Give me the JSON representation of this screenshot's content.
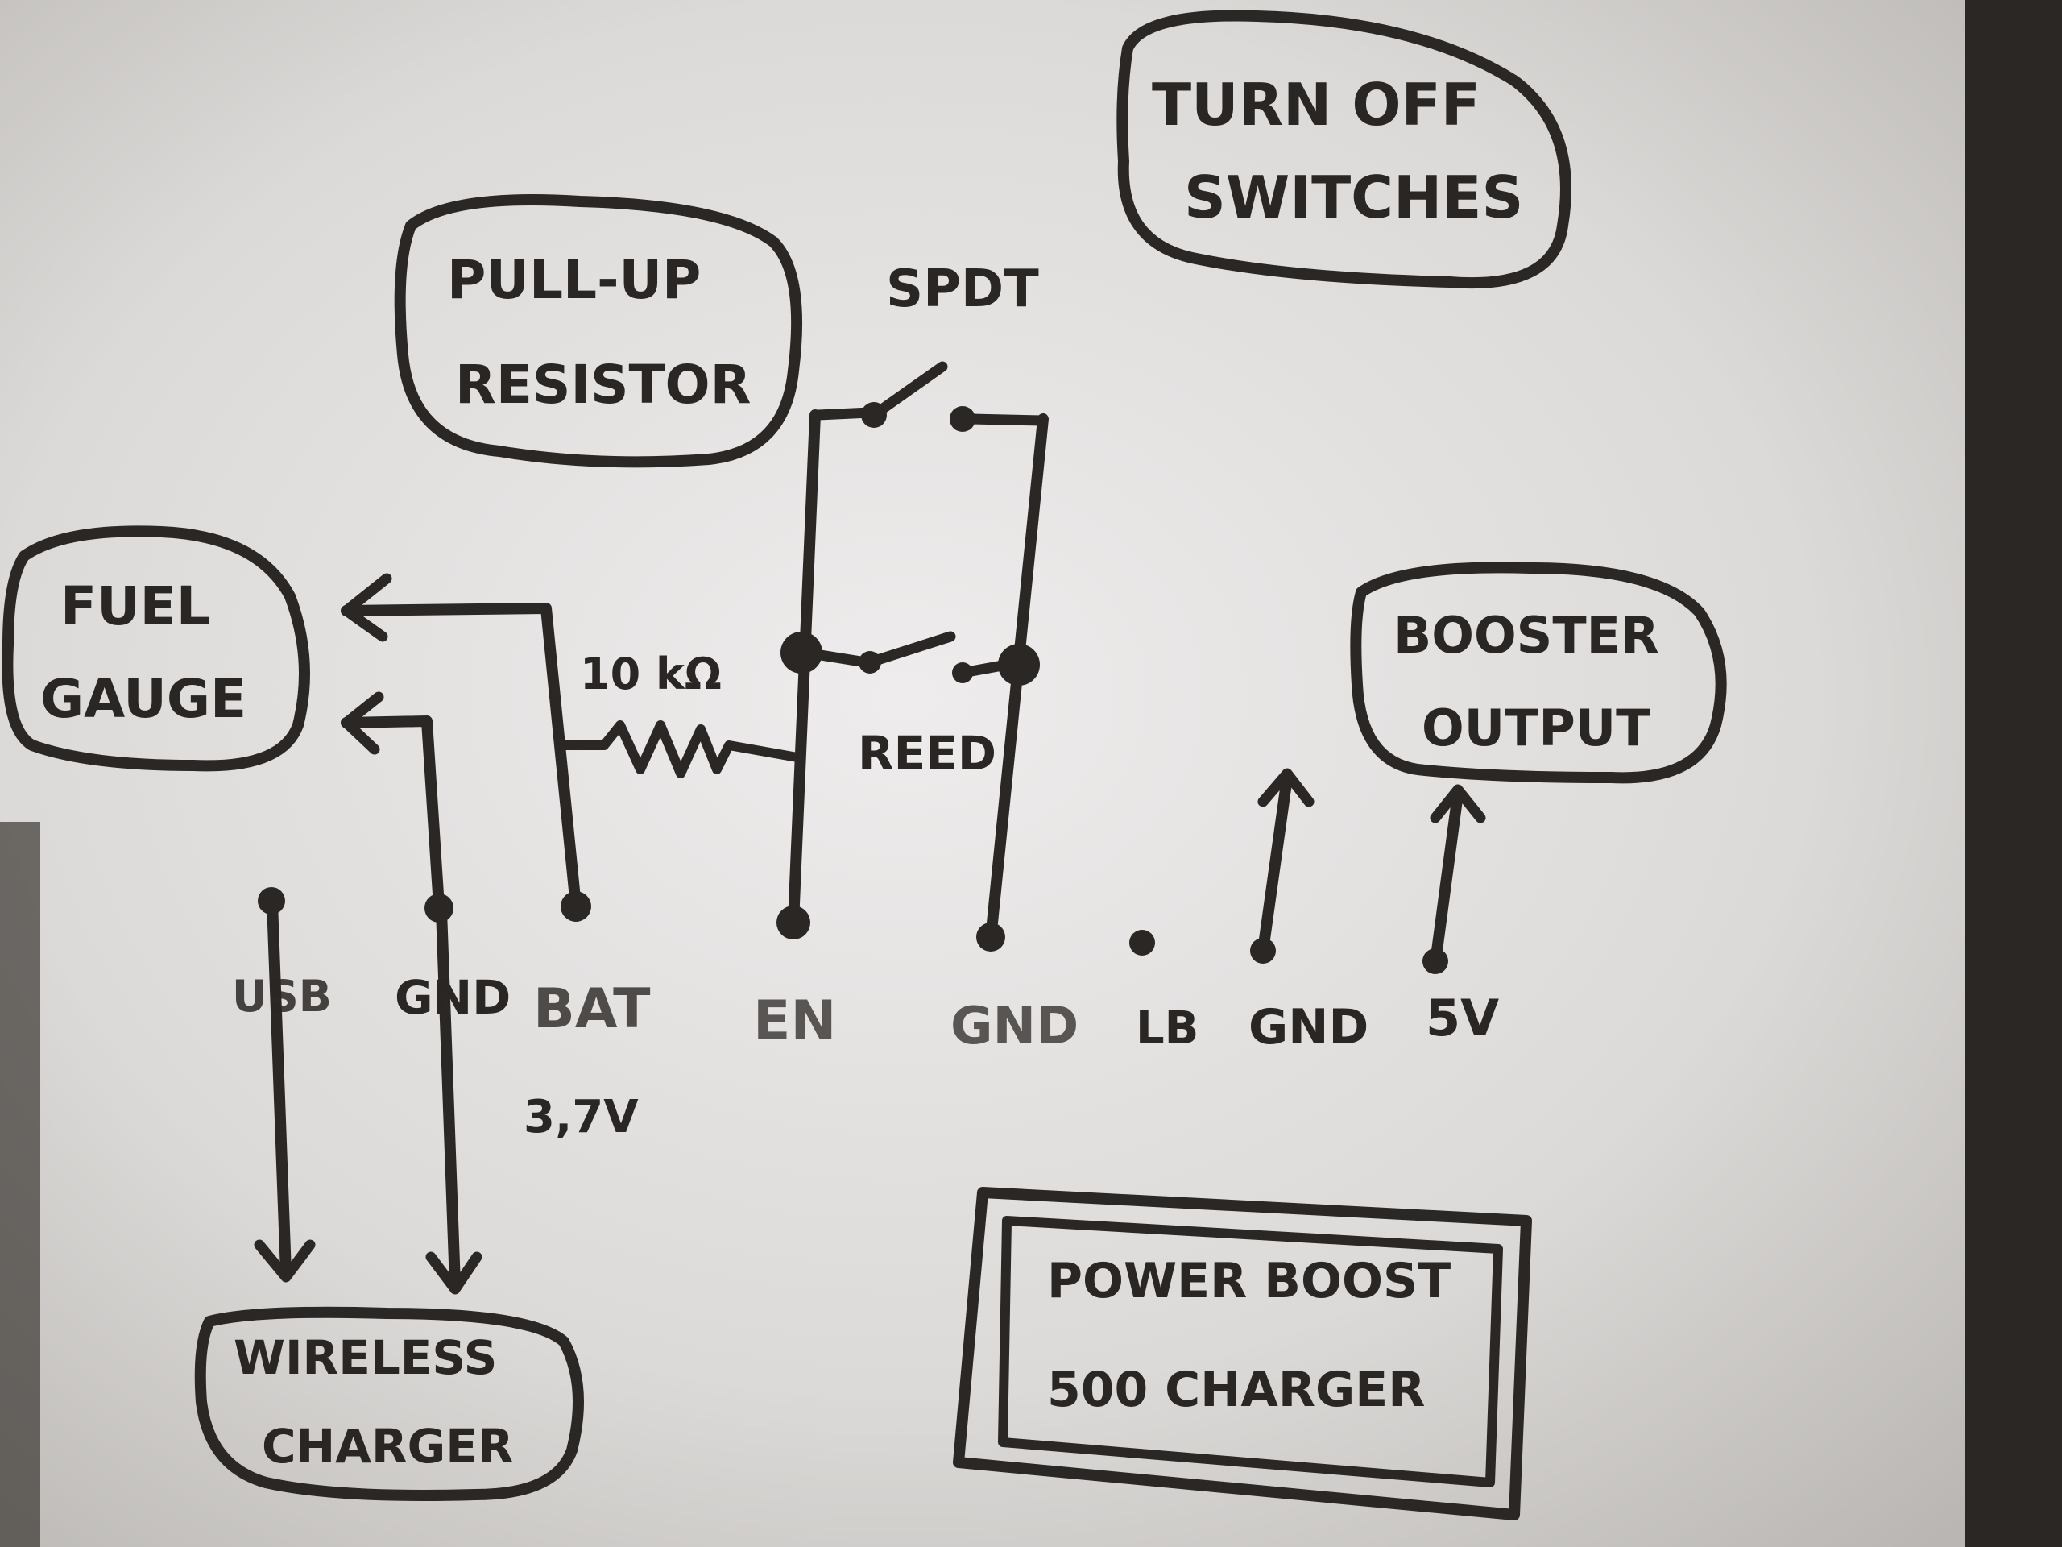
{
  "bubbles": {
    "turn_off_line1": "TURN OFF",
    "turn_off_line2": "SWITCHES",
    "pullup_line1": "PULL-UP",
    "pullup_line2": "RESISTOR",
    "fuel_line1": "FUEL",
    "fuel_line2": "GAUGE",
    "booster_line1": "BOOSTER",
    "booster_line2": "OUTPUT",
    "wireless_line1": "WIRELESS",
    "wireless_line2": "CHARGER"
  },
  "switches": {
    "spdt_label": "SPDT",
    "reed_label": "REED"
  },
  "resistor": {
    "value_label": "10 kΩ"
  },
  "pins": {
    "usb": "USB",
    "gnd_1": "GND",
    "bat": "BAT",
    "bat_voltage": "3,7V",
    "en": "EN",
    "gnd_2": "GND",
    "lb": "LB",
    "gnd_3": "GND",
    "five_v": "5V"
  },
  "board": {
    "line1": "POWER BOOST",
    "line2": "500 CHARGER"
  },
  "colors": {
    "whiteboard": "#e4e2e0",
    "ink": "#2b2725"
  }
}
